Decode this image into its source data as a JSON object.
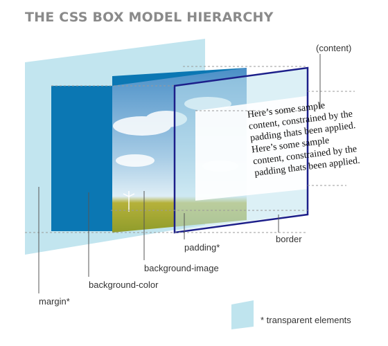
{
  "title": "THE CSS BOX MODEL HIERARCHY",
  "sample_content": "Here’s some sample content, constrained by the padding thats been applied. Here’s some sample content, constrained by the padding thats been applied.",
  "labels": {
    "content": "(content)",
    "border": "border",
    "padding": "padding*",
    "background_image": "background-image",
    "background_color": "background-color",
    "margin": "margin*"
  },
  "legend": {
    "text": "* transparent elements"
  },
  "colors": {
    "margin": "#bfe4ee",
    "background_color": "#0b77b3",
    "border": "#1c1f8a",
    "title": "#8a8a8a"
  }
}
